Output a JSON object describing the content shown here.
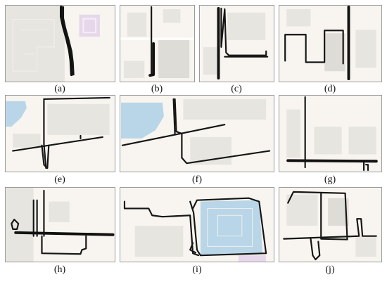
{
  "panels": [
    {
      "caption": "(a)"
    },
    {
      "caption": "(b)"
    },
    {
      "caption": "(c)"
    },
    {
      "caption": "(d)"
    },
    {
      "caption": "(e)"
    },
    {
      "caption": "(f)"
    },
    {
      "caption": "(g)"
    },
    {
      "caption": "(h)"
    },
    {
      "caption": "(i)"
    },
    {
      "caption": "(j)"
    }
  ],
  "colors": {
    "map_background": "#f8f5f0",
    "building_block": "#dedcd6",
    "water": "#b9d6e8",
    "track": "#151515",
    "pink_area": "#e6d8ea"
  }
}
